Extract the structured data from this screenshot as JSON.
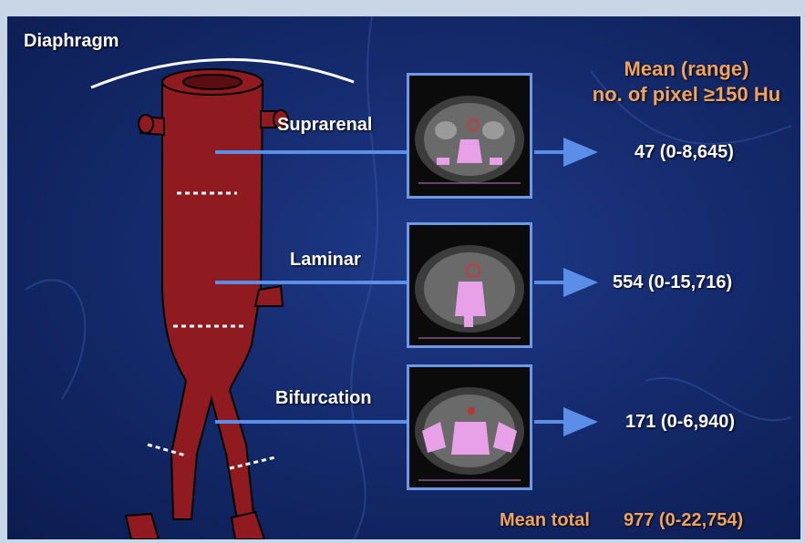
{
  "diaphragm_label": "Diaphragm",
  "header": {
    "line1": "Mean (range)",
    "line2": "no. of pixel ≥150 Hu"
  },
  "sections": [
    {
      "label": "Suprarenal",
      "value": "47 (0-8,645)"
    },
    {
      "label": "Laminar",
      "value": "554 (0-15,716)"
    },
    {
      "label": "Bifurcation",
      "value": "171 (0-6,940)"
    }
  ],
  "total": {
    "label": "Mean total",
    "value": "977 (0-22,754)"
  },
  "colors": {
    "aorta": "#8f1a1f",
    "arrow": "#5b8ee6",
    "accent": "#f2a35e",
    "calcification": "#e8a0e8"
  }
}
